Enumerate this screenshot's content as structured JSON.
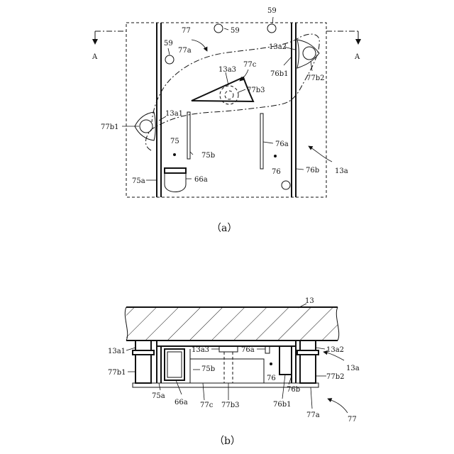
{
  "figure_a": {
    "caption": "（a）",
    "section_marks": [
      "A",
      "A"
    ],
    "labels": {
      "l59_top": "59",
      "l59_mid": "59",
      "l59_left": "59",
      "l77": "77",
      "l77a": "77a",
      "l13a2": "13a2",
      "l77c": "77c",
      "l13a3": "13a3",
      "l77b3": "77b3",
      "l76b1": "76b1",
      "l77b2": "77b2",
      "l77b1": "77b1",
      "l13a1": "13a1",
      "l75": "75",
      "l75b": "75b",
      "l76a": "76a",
      "l76": "76",
      "l76b": "76b",
      "l13a": "13a",
      "l75a": "75a",
      "l66a": "66a"
    }
  },
  "figure_b": {
    "caption": "（b）",
    "labels": {
      "l13": "13",
      "l13a1": "13a1",
      "l13a3": "13a3",
      "l76a": "76a",
      "l13a2": "13a2",
      "l75b": "75b",
      "l13a": "13a",
      "l77b1": "77b1",
      "l76": "76",
      "l77b2": "77b2",
      "l75a": "75a",
      "l66a": "66a",
      "l77c": "77c",
      "l77b3": "77b3",
      "l76b1": "76b1",
      "l76b": "76b",
      "l77a": "77a",
      "l77": "77"
    }
  }
}
